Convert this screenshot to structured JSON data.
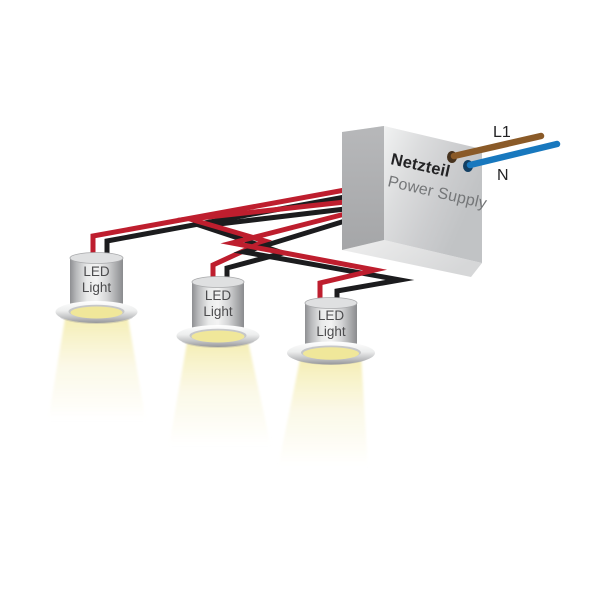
{
  "diagram": {
    "power_supply": {
      "label_de": "Netzteil",
      "label_en": "Power Supply"
    },
    "terminals": {
      "line": "L1",
      "neutral": "N"
    },
    "lights": [
      {
        "label_line1": "LED",
        "label_line2": "Light"
      },
      {
        "label_line1": "LED",
        "label_line2": "Light"
      },
      {
        "label_line1": "LED",
        "label_line2": "Light"
      }
    ],
    "colors": {
      "wire_positive": "#be1e2e",
      "wire_negative": "#1c1c1e",
      "mains_line": "#8a5a28",
      "mains_neutral": "#1878be",
      "beam_bright": "#f4ecab",
      "beam_pale": "#faf7e2",
      "beam_glow": "#f0e79a"
    }
  }
}
